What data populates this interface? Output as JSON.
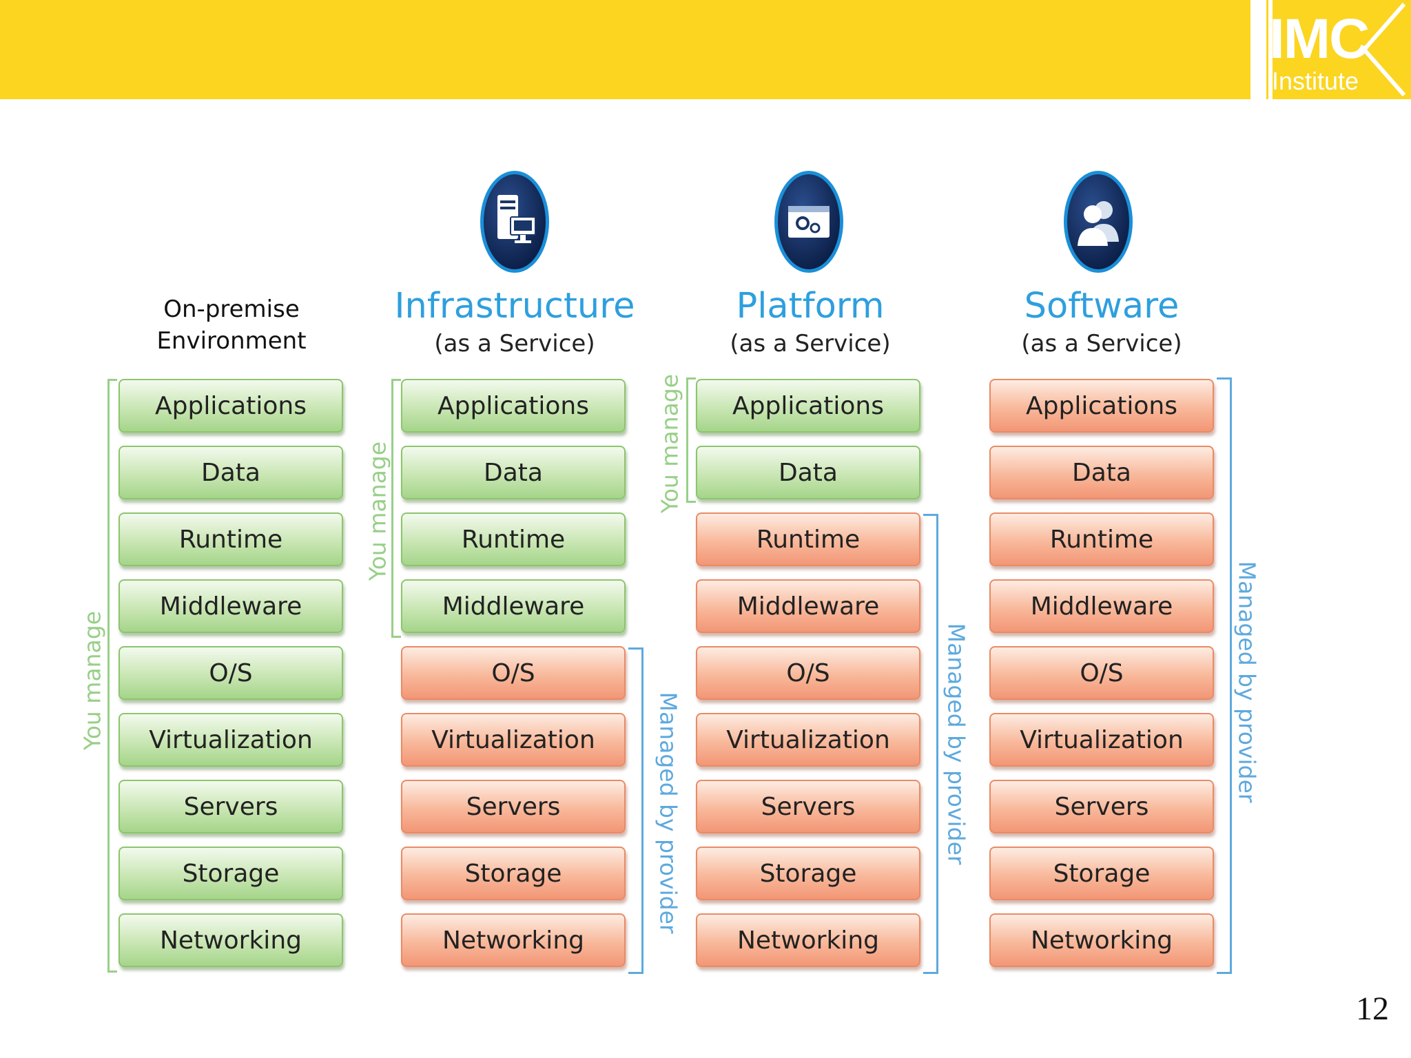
{
  "logo": {
    "line1": "IMC",
    "line2": "Institute"
  },
  "page_number": "12",
  "columns": [
    {
      "title": "On-premise Environment",
      "layers": [
        "Applications",
        "Data",
        "Runtime",
        "Middleware",
        "O/S",
        "Virtualization",
        "Servers",
        "Storage",
        "Networking"
      ],
      "you_manage_label": "You manage"
    },
    {
      "title": "Infrastructure",
      "subtitle": "(as a Service)",
      "icon": "server-computer-icon",
      "layers": [
        "Applications",
        "Data",
        "Runtime",
        "Middleware",
        "O/S",
        "Virtualization",
        "Servers",
        "Storage",
        "Networking"
      ],
      "you_manage_label": "You manage",
      "provider_label": "Managed by provider"
    },
    {
      "title": "Platform",
      "subtitle": "(as a Service)",
      "icon": "app-window-gears-icon",
      "layers": [
        "Applications",
        "Data",
        "Runtime",
        "Middleware",
        "O/S",
        "Virtualization",
        "Servers",
        "Storage",
        "Networking"
      ],
      "you_manage_label": "You manage",
      "provider_label": "Managed by provider"
    },
    {
      "title": "Software",
      "subtitle": "(as a Service)",
      "icon": "users-icon",
      "layers": [
        "Applications",
        "Data",
        "Runtime",
        "Middleware",
        "O/S",
        "Virtualization",
        "Servers",
        "Storage",
        "Networking"
      ],
      "provider_label": "Managed by provider"
    }
  ],
  "colors": {
    "banner": "#fbd520",
    "title_blue": "#2e9fde",
    "user_managed_green": "#a5d58a",
    "provider_managed_orange": "#f29776",
    "you_manage_bracket": "#98cf88",
    "provider_bracket": "#5ea9de"
  }
}
